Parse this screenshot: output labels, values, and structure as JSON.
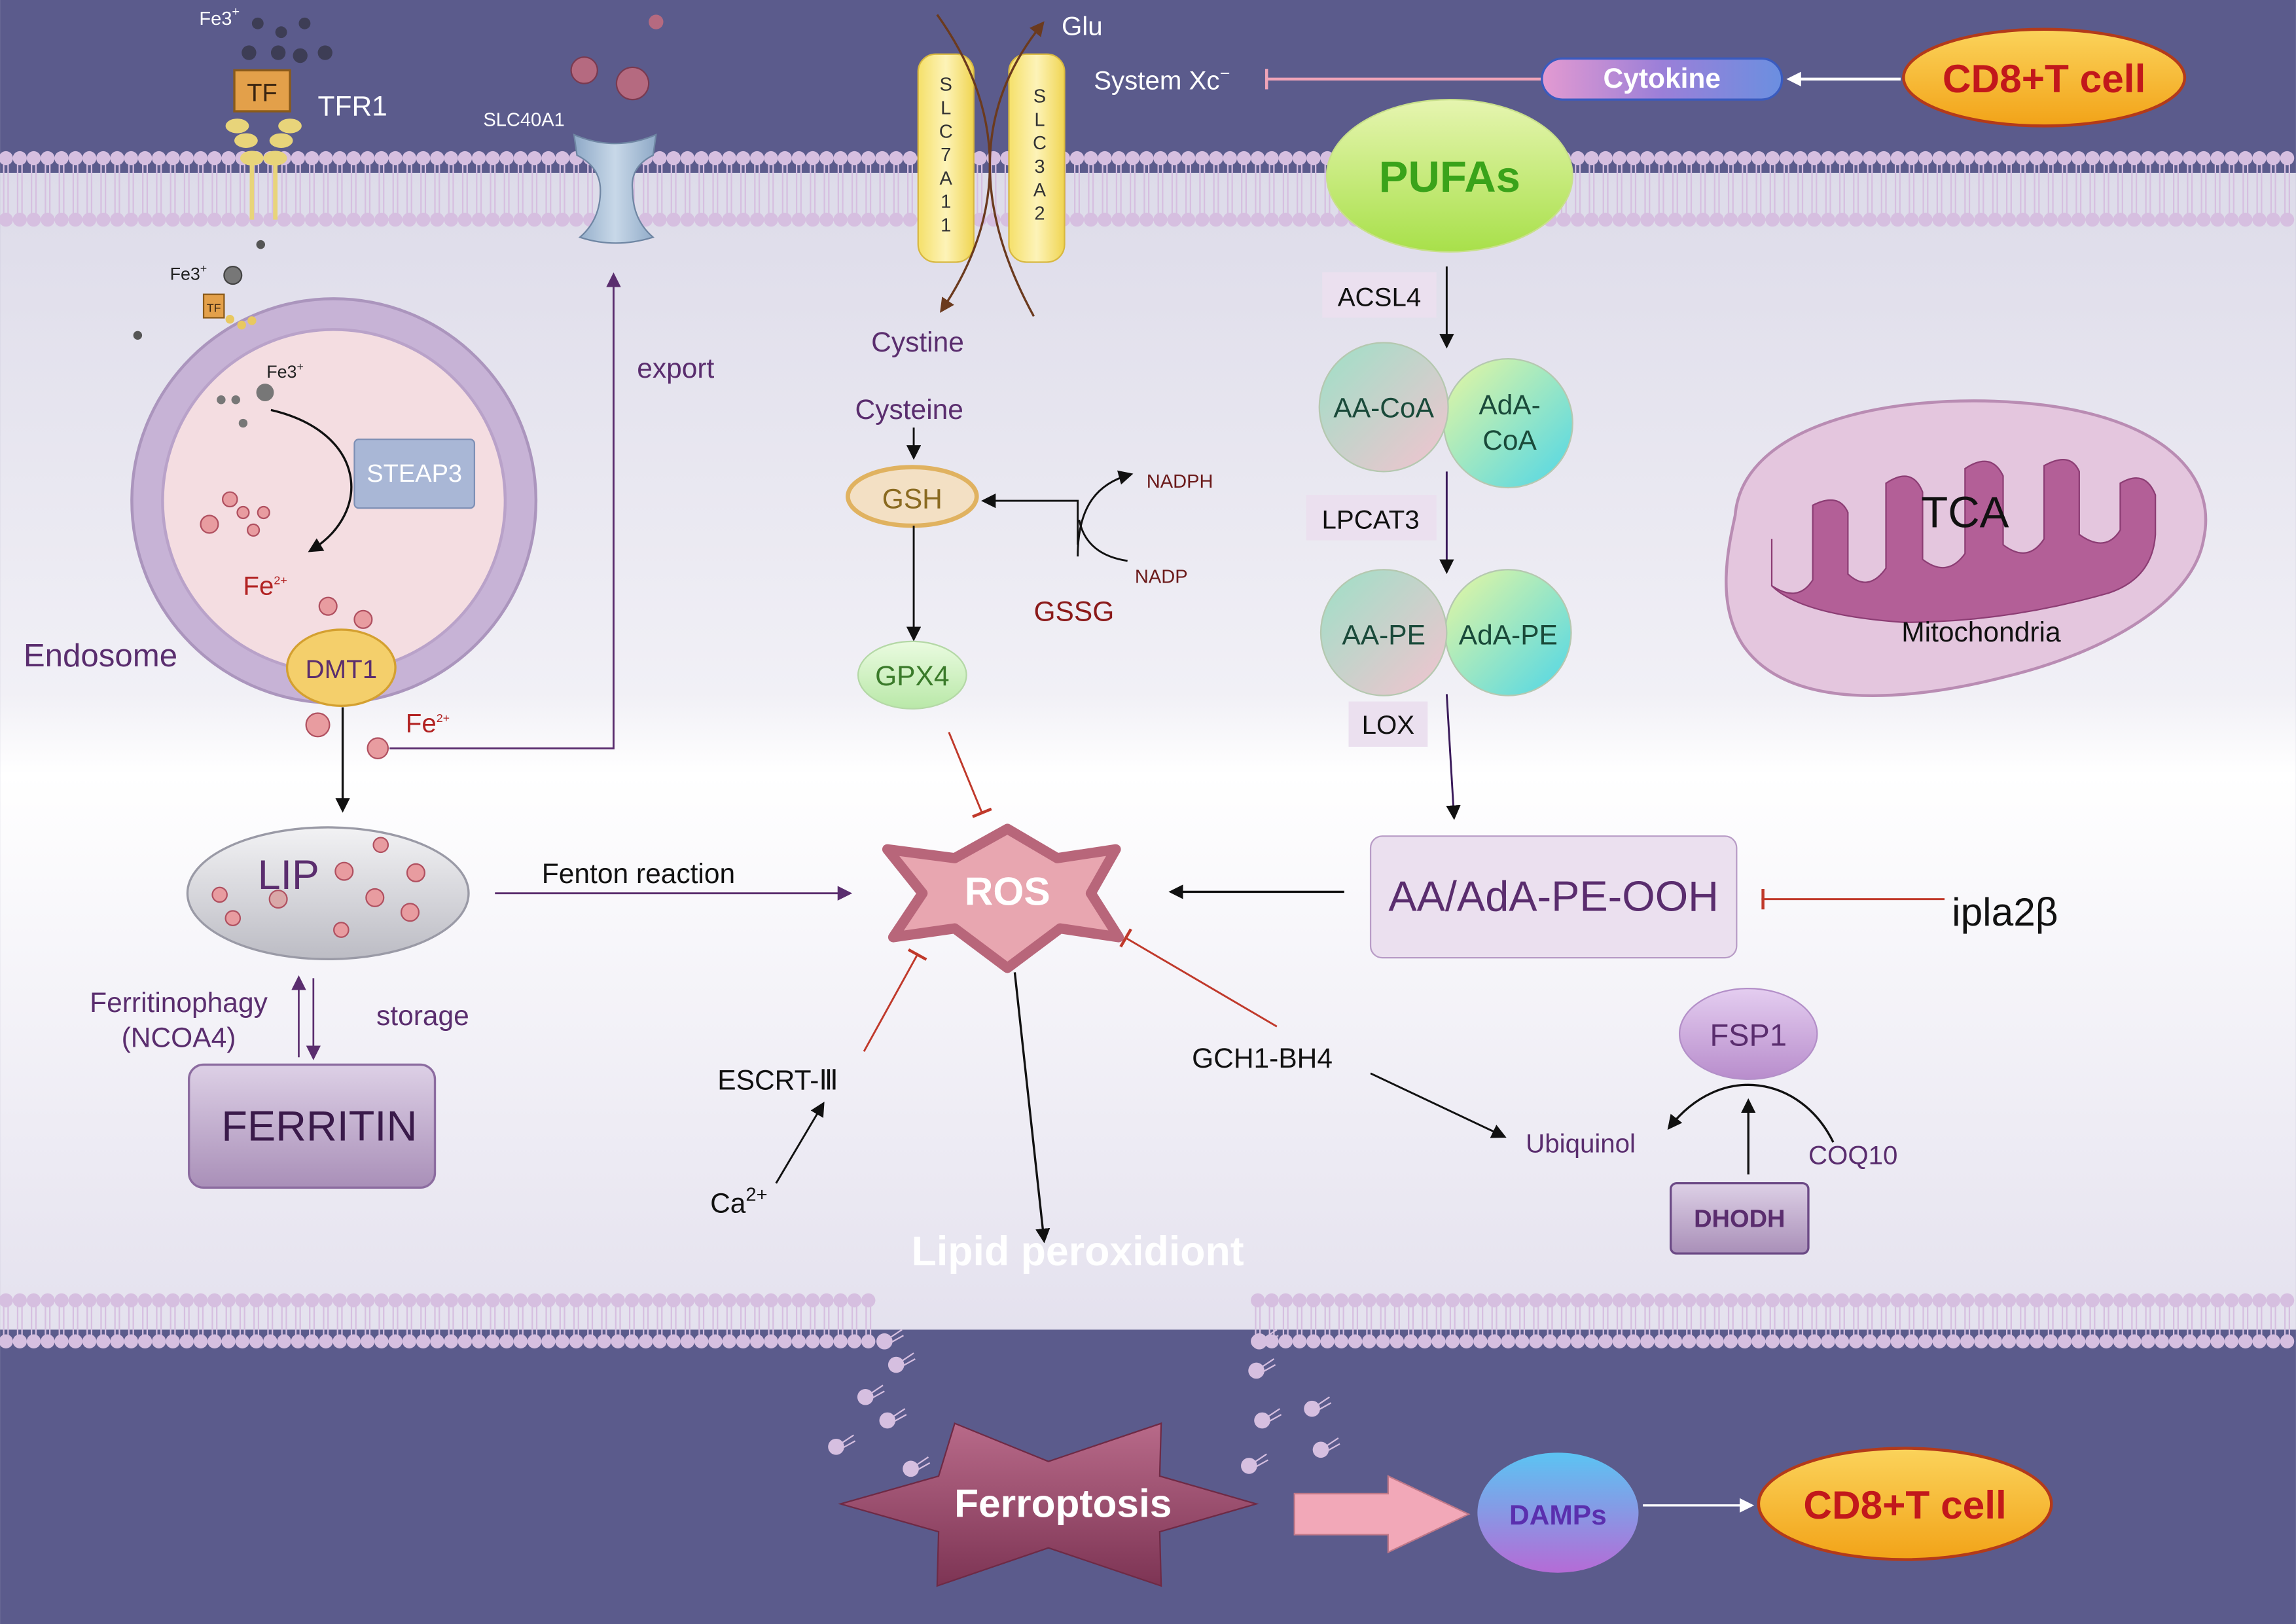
{
  "colors": {
    "extracellular": "#5b5b8c",
    "cytoplasm_top": "#e8e7f0",
    "cytoplasm_mid": "#ffffff",
    "membrane_head": "#d6bfe0",
    "purple_text": "#5a2d6e",
    "red_text": "#b22222",
    "ros_fill": "#e8a6b0",
    "cd8_fill": "#f6b21b",
    "cd8_text": "#c2181b"
  },
  "labels": {
    "fe3_top": "Fe3",
    "plus": "+",
    "tf_top": "TF",
    "tfr1": "TFR1",
    "slc40a1": "SLC40A1",
    "glu": "Glu",
    "slc7a11": "SLC7A11",
    "slc3a2": "SLC3A2",
    "system_xc": "System Xc",
    "minus": "−",
    "cytokine": "Cytokine",
    "cd8_top": "CD8+T cell",
    "pufas": "PUFAs",
    "fe3_mid": "Fe3",
    "tf_small": "TF",
    "fe3_inner": "Fe3",
    "steap3": "STEAP3",
    "fe2_inner": "Fe",
    "fe2_sup": "2+",
    "endosome": "Endosome",
    "dmt1": "DMT1",
    "fe2_out": "Fe",
    "export": "export",
    "cystine": "Cystine",
    "cysteine": "Cysteine",
    "gsh": "GSH",
    "nadph": "NADPH",
    "nadp": "NADP",
    "gssg": "GSSG",
    "gpx4": "GPX4",
    "acsl4": "ACSL4",
    "aa_coa": "AA-CoA",
    "ada_coa_1": "AdA-",
    "ada_coa_2": "CoA",
    "lpcat3": "LPCAT3",
    "aa_pe": "AA-PE",
    "ada_pe": "AdA-PE",
    "lox": "LOX",
    "tca": "TCA",
    "mitochondria": "Mitochondria",
    "lip": "LIP",
    "fenton": "Fenton reaction",
    "ros": "ROS",
    "pe_ooh": "AA/AdA-PE-OOH",
    "ipla2b": "ipla2β",
    "ferritinophagy_1": "Ferritinophagy",
    "ferritinophagy_2": "(NCOA4)",
    "storage": "storage",
    "ferritin": "FERRITIN",
    "escrt": "ESCRT-Ⅲ",
    "ca": "Ca",
    "ca_sup": "2+",
    "gch1": "GCH1-BH4",
    "fsp1": "FSP1",
    "ubiquinol": "Ubiquinol",
    "coq10": "COQ10",
    "dhodh": "DHODH",
    "lipid_perox": "Lipid peroxidiont",
    "ferroptosis": "Ferroptosis",
    "damps": "DAMPs",
    "cd8_bottom": "CD8+T cell"
  }
}
